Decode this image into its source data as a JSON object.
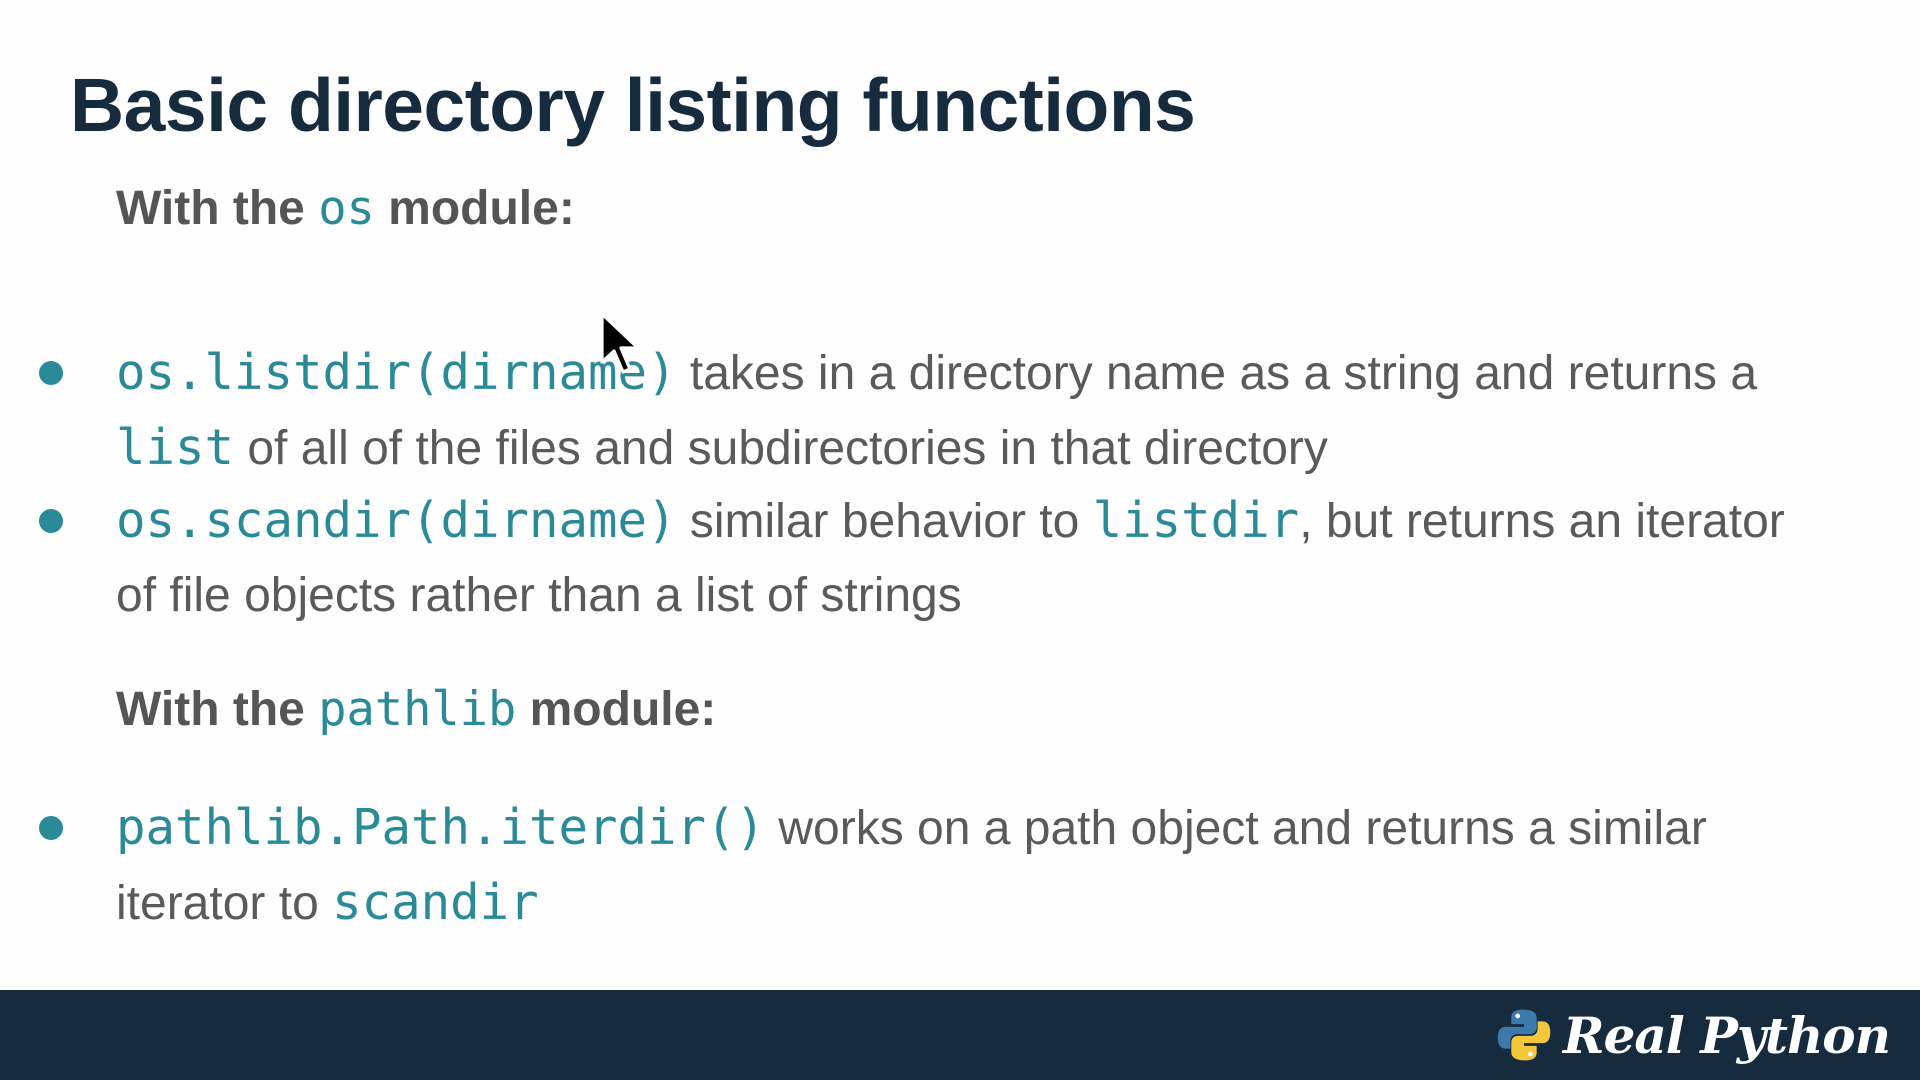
{
  "title": "Basic directory listing functions",
  "os_section": {
    "heading_prefix": "With the",
    "module": "os",
    "heading_suffix": "module:",
    "bullets": [
      {
        "code": "os.listdir(dirname)",
        "text_1": " takes in a directory name as a string and returns a ",
        "code_2": "list",
        "text_2": " of all of the files and subdirectories in that directory"
      },
      {
        "code": "os.scandir(dirname)",
        "text_1": " similar behavior to ",
        "code_2": "listdir",
        "text_2": ", but returns an iterator of file objects rather than a list of strings"
      }
    ]
  },
  "pathlib_section": {
    "heading_prefix": "With the",
    "module": "pathlib",
    "heading_suffix": "module:",
    "bullets": [
      {
        "code": "pathlib.Path.iterdir()",
        "text_1": " works on a path object and returns a similar iterator to ",
        "code_2": "scandir"
      }
    ]
  },
  "footer": {
    "logo_text": "Real Python",
    "logo_icon": "python-logo-icon"
  },
  "colors": {
    "title": "#172b3f",
    "code": "#2a8a97",
    "body_text": "#5a5a5a",
    "footer_bg": "#172b3f",
    "logo_blue": "#3d79ab",
    "logo_yellow": "#f4c63a"
  },
  "icons": {
    "bullet": "bullet-dot-icon",
    "cursor": "mouse-pointer-icon"
  }
}
